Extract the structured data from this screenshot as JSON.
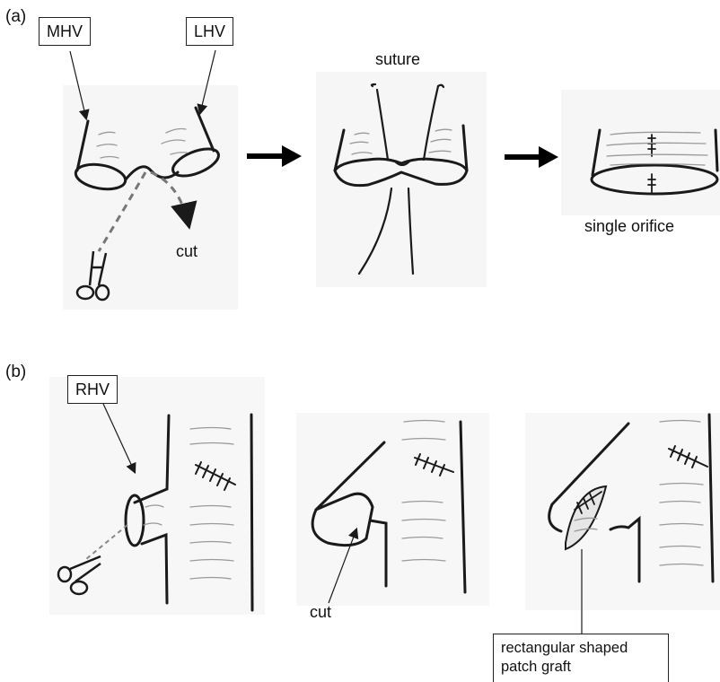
{
  "panel_a": {
    "label": "(a)",
    "mhv": "MHV",
    "lhv": "LHV",
    "suture": "suture",
    "cut": "cut",
    "single_orifice": "single orifice"
  },
  "panel_b": {
    "label": "(b)",
    "rhv": "RHV",
    "cut": "cut",
    "patch_line1": "rectangular shaped",
    "patch_line2": "patch graft"
  },
  "colors": {
    "ink": "#1a1a1a",
    "sketch": "#9a9a9a",
    "paper": "#f2f2f2"
  }
}
